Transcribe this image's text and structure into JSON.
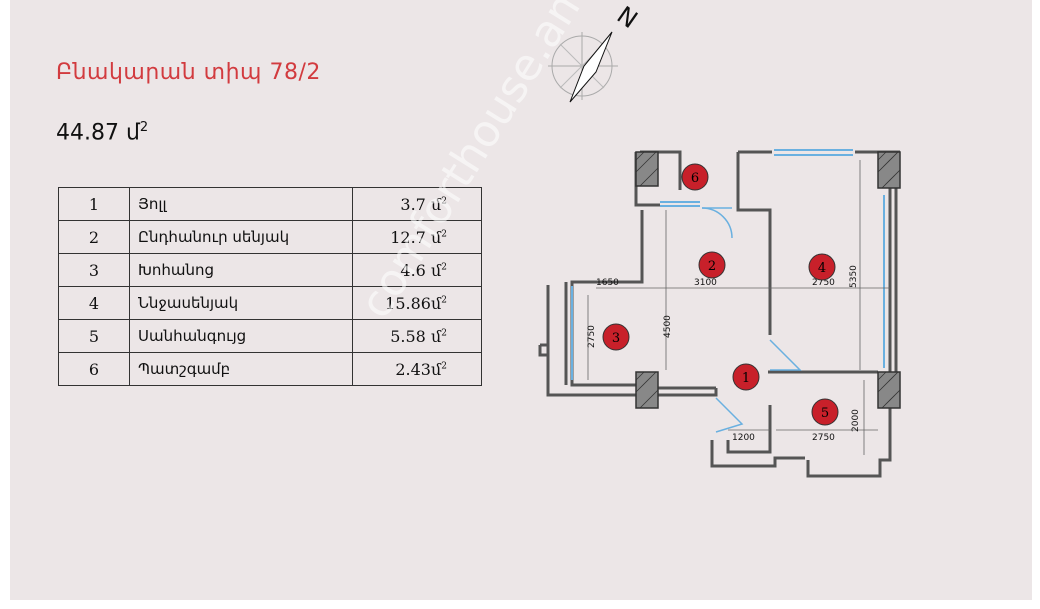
{
  "title": "Բնակարան տիպ 78/2",
  "total_area": {
    "value": "44.87 մ",
    "unit_sup": "2"
  },
  "rooms": [
    {
      "num": "1",
      "name": "Յոլլ",
      "area": "3.7",
      "unit": "մ",
      "sup": "2"
    },
    {
      "num": "2",
      "name": "Ընդհանուր սենյակ",
      "area": "12.7",
      "unit": "մ",
      "sup": "2"
    },
    {
      "num": "3",
      "name": "Խոհանոց",
      "area": "4.6",
      "unit": "մ",
      "sup": "2"
    },
    {
      "num": "4",
      "name": "Ննջասենյակ",
      "area": "15.86",
      "unit": "մ",
      "sup": "2"
    },
    {
      "num": "5",
      "name": "Սանհանգույց",
      "area": "5.58",
      "unit": "մ",
      "sup": "2"
    },
    {
      "num": "6",
      "name": "Պատշգամբ",
      "area": "2.43",
      "unit": "մ",
      "sup": "2"
    }
  ],
  "compass": {
    "label": "N",
    "icon": "north-arrow-icon"
  },
  "plan": {
    "room_markers": [
      "1",
      "2",
      "3",
      "4",
      "5",
      "6"
    ],
    "dimensions": {
      "d1650": "1650",
      "d3100": "3100",
      "d2750_top": "2750",
      "d5350": "5350",
      "d2750_kitchen": "2750",
      "d4500": "4500",
      "d1200": "1200",
      "d2750_bath": "2750",
      "d2000": "2000"
    },
    "marker_color": "#c8202a",
    "wall_color": "#555555",
    "window_color": "#6ab0e0"
  },
  "watermark": "comforthouse.am"
}
